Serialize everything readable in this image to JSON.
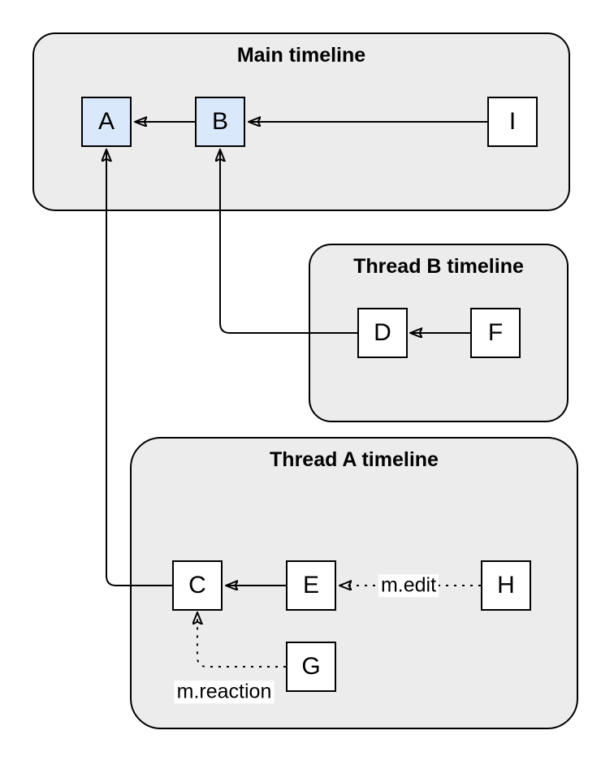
{
  "containers": {
    "main": {
      "title": "Main timeline"
    },
    "thread_b": {
      "title": "Thread B timeline"
    },
    "thread_a": {
      "title": "Thread A timeline"
    }
  },
  "nodes": {
    "a": {
      "label": "A",
      "container": "main",
      "highlighted": true
    },
    "b": {
      "label": "B",
      "container": "main",
      "highlighted": true
    },
    "i": {
      "label": "I",
      "container": "main",
      "highlighted": false
    },
    "d": {
      "label": "D",
      "container": "thread_b",
      "highlighted": false
    },
    "f": {
      "label": "F",
      "container": "thread_b",
      "highlighted": false
    },
    "c": {
      "label": "C",
      "container": "thread_a",
      "highlighted": false
    },
    "e": {
      "label": "E",
      "container": "thread_a",
      "highlighted": false
    },
    "h": {
      "label": "H",
      "container": "thread_a",
      "highlighted": false
    },
    "g": {
      "label": "G",
      "container": "thread_a",
      "highlighted": false
    }
  },
  "edges": [
    {
      "from": "B",
      "to": "A",
      "style": "solid",
      "label": ""
    },
    {
      "from": "I",
      "to": "B",
      "style": "solid",
      "label": ""
    },
    {
      "from": "F",
      "to": "D",
      "style": "solid",
      "label": ""
    },
    {
      "from": "D",
      "to": "B",
      "style": "solid",
      "label": ""
    },
    {
      "from": "E",
      "to": "C",
      "style": "solid",
      "label": ""
    },
    {
      "from": "C",
      "to": "A",
      "style": "solid",
      "label": ""
    },
    {
      "from": "H",
      "to": "E",
      "style": "dotted",
      "label": "m.edit"
    },
    {
      "from": "G",
      "to": "C",
      "style": "dotted",
      "label": "m.reaction"
    }
  ],
  "colors": {
    "container_fill": "#ececec",
    "container_border": "#000000",
    "node_fill": "#ffffff",
    "node_fill_highlight": "#dae8fc",
    "node_border": "#000000",
    "edge_stroke": "#000000",
    "edge_label_background": "#ffffff"
  }
}
